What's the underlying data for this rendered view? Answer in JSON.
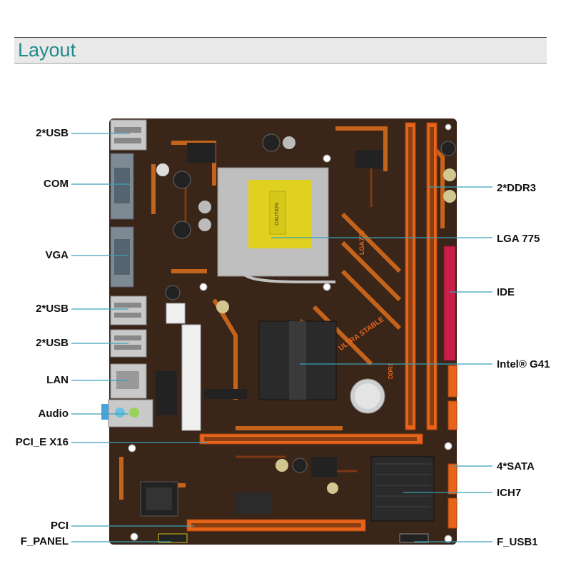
{
  "header": {
    "title": "Layout"
  },
  "colors": {
    "pcb": "#3a2519",
    "trace": "#d46a1c",
    "slot": "#e8641a",
    "ide": "#c8204a",
    "heatsink": "#2a2a2a",
    "socket_pad": "#e0d020",
    "leader": "#3aa0b8",
    "header_title": "#1f8a8a"
  },
  "labels_left": [
    {
      "id": "usb-top",
      "text": "2*USB"
    },
    {
      "id": "com",
      "text": "COM"
    },
    {
      "id": "vga",
      "text": "VGA"
    },
    {
      "id": "usb-mid",
      "text": "2*USB"
    },
    {
      "id": "usb-low",
      "text": "2*USB"
    },
    {
      "id": "lan",
      "text": "LAN"
    },
    {
      "id": "audio",
      "text": "Audio"
    },
    {
      "id": "pcie",
      "text": "PCI_E X16"
    },
    {
      "id": "pci",
      "text": "PCI"
    },
    {
      "id": "fpanel",
      "text": "F_PANEL"
    }
  ],
  "labels_right": [
    {
      "id": "ddr3",
      "text": "2*DDR3"
    },
    {
      "id": "lga",
      "text": "LGA 775"
    },
    {
      "id": "ide",
      "text": "IDE"
    },
    {
      "id": "g41",
      "text": "Intel® G41"
    },
    {
      "id": "sata",
      "text": "4*SATA"
    },
    {
      "id": "ich7",
      "text": "ICH7"
    },
    {
      "id": "fusb",
      "text": "F_USB1"
    }
  ],
  "board_text": {
    "socket_caution": "CAUTION",
    "lga_mark": "LGA775",
    "ultra_stable": "ULTRA STABLE",
    "ddr3_mark": "DDR3"
  }
}
